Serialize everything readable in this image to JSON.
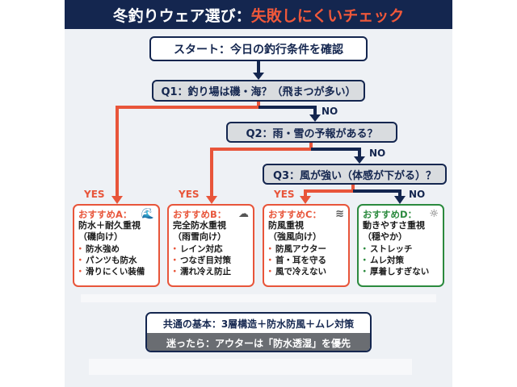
{
  "title": {
    "main": "冬釣りウェア選び：",
    "accent": "失敗しにくいチェック"
  },
  "start": "スタート：今日の釣行条件を確認",
  "questions": [
    "Q1：釣り場は磯・海？（飛まつが多い）",
    "Q2：雨・雪の予報がある？",
    "Q3：風が強い（体感が下がる）？"
  ],
  "labels": {
    "yes": "YES",
    "no": "NO"
  },
  "cards": [
    {
      "title": "おすすめA：",
      "icon": "wave-icon",
      "headline": "防水＋耐久重視",
      "sub": "（磯向け）",
      "items": [
        "防水強め",
        "パンツも防水",
        "滑りにくい装備"
      ]
    },
    {
      "title": "おすすめB：",
      "icon": "snow-cloud-icon",
      "headline": "完全防水重視",
      "sub": "（雨雪向け）",
      "items": [
        "レイン対応",
        "つなぎ目対策",
        "濡れ冷え防止"
      ]
    },
    {
      "title": "おすすめC：",
      "icon": "wind-icon",
      "headline": "防風重視",
      "sub": "（強風向け）",
      "items": [
        "防風アウター",
        "首・耳を守る",
        "風で冷えない"
      ]
    },
    {
      "title": "おすすめD：",
      "icon": "sun-breeze-icon",
      "headline": "動きやすさ重視",
      "sub": "（穏やか）",
      "items": [
        "ストレッチ",
        "ムレ対策",
        "厚着しすぎない"
      ]
    }
  ],
  "footer": {
    "basic": "共通の基本：3層構造＋防水防風＋ムレ対策",
    "tip": "迷ったら：アウターは「防水透湿」を優先"
  },
  "colors": {
    "navy": "#14264f",
    "orange": "#e8553a",
    "green": "#2b8a3e"
  }
}
